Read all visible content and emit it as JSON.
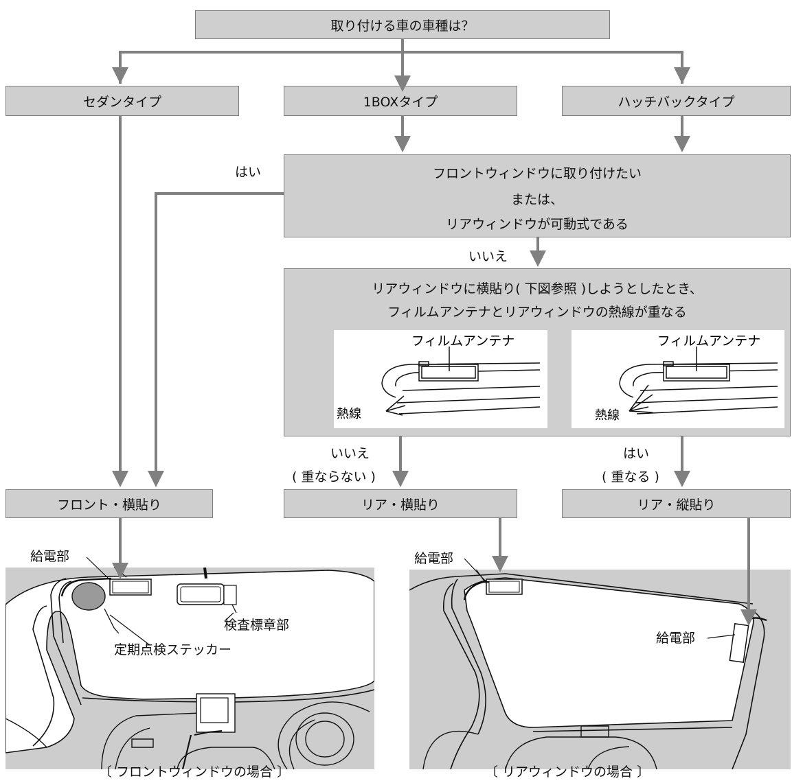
{
  "question": "取り付ける車の車種は？",
  "types": {
    "sedan": "セダンタイプ",
    "onebox": "1BOXタイプ",
    "hatchback": "ハッチバックタイプ"
  },
  "q2": {
    "line1": "フロントウィンドウに取り付けたい",
    "line2": "または、",
    "line3": "リアウィンドウが可動式である"
  },
  "q2_yes": "はい",
  "q2_no": "いいえ",
  "q3": {
    "line1": "リアウィンドウに横貼り( 下図参照 )しようとしたとき、",
    "line2": "フィルムアンテナとリアウィンドウの熱線が重なる"
  },
  "diagram": {
    "antenna_label": "フィルムアンテナ",
    "heat_wire_label": "熱線"
  },
  "q3_no": {
    "line1": "いいえ",
    "line2": "( 重ならない )"
  },
  "q3_yes": {
    "line1": "はい",
    "line2": "( 重なる )"
  },
  "results": {
    "front": "フロント・横貼り",
    "rear_h": "リア・横貼り",
    "rear_v": "リア・縦貼り"
  },
  "front_illust": {
    "feed": "給電部",
    "inspection": "検査標章部",
    "sticker": "定期点検ステッカー",
    "caption": "〔 フロントウィンドウの場合 〕"
  },
  "rear_illust": {
    "feed_top": "給電部",
    "feed_side": "給電部",
    "caption": "〔 リアウィンドウの場合 〕"
  },
  "colors": {
    "box": "#cfcfcf",
    "arrow": "#808080",
    "photo_bg": "#cdcdcd"
  }
}
